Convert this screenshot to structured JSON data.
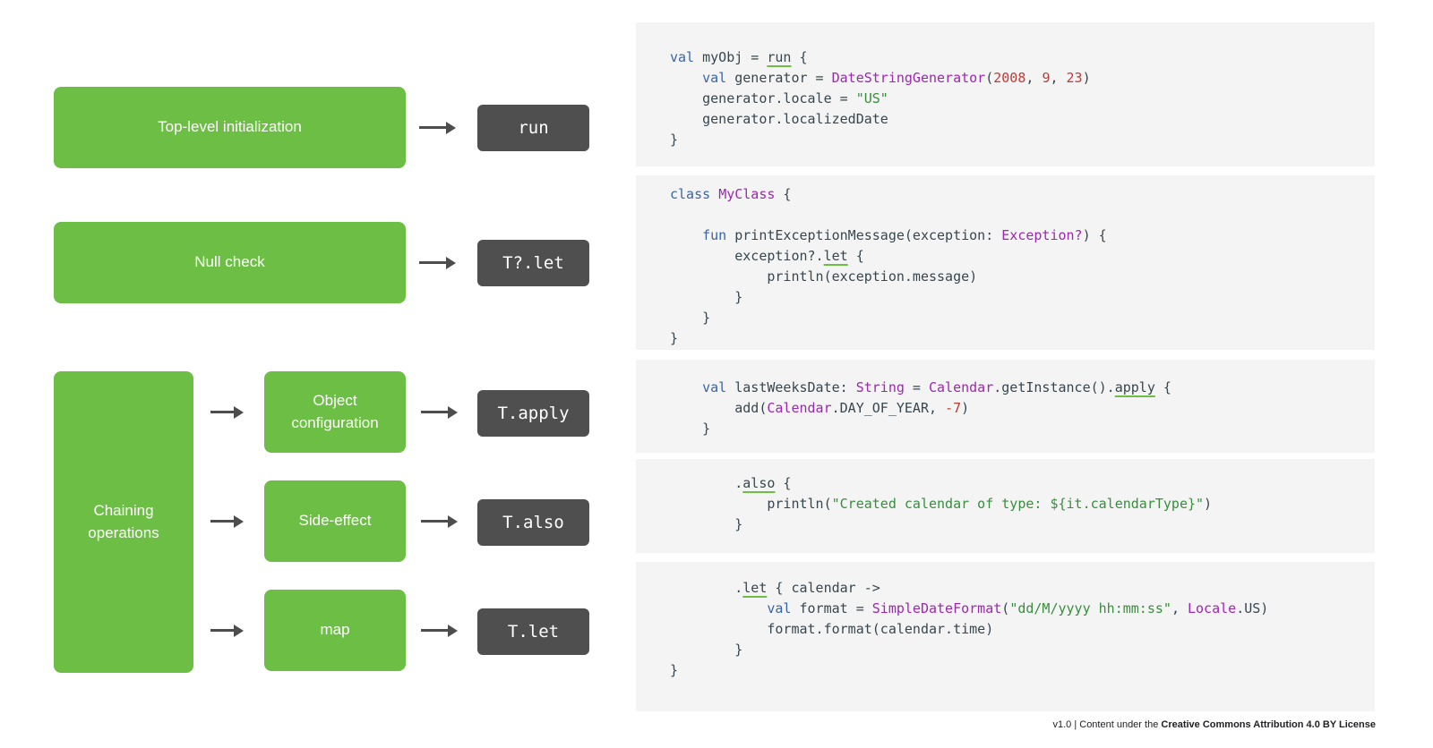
{
  "flowchart": {
    "rows": [
      {
        "label": "Top-level initialization",
        "code": "run"
      },
      {
        "label": "Null check",
        "code": "T?.let"
      }
    ],
    "chain_label": "Chaining operations",
    "branches": [
      {
        "label": "Object configuration",
        "code": "T.apply"
      },
      {
        "label": "Side-effect",
        "code": "T.also"
      },
      {
        "label": "map",
        "code": "T.let"
      }
    ]
  },
  "snippets": [
    {
      "lines": [
        [
          {
            "t": "val",
            "c": "kw"
          },
          {
            "t": " myObj = ",
            "c": "p"
          },
          {
            "t": "run",
            "c": "fn"
          },
          {
            "t": " {",
            "c": "p"
          }
        ],
        [
          {
            "t": "    ",
            "c": "p"
          },
          {
            "t": "val",
            "c": "kw"
          },
          {
            "t": " generator = ",
            "c": "p"
          },
          {
            "t": "DateStringGenerator",
            "c": "cls"
          },
          {
            "t": "(",
            "c": "p"
          },
          {
            "t": "2008",
            "c": "num"
          },
          {
            "t": ", ",
            "c": "p"
          },
          {
            "t": "9",
            "c": "num"
          },
          {
            "t": ", ",
            "c": "p"
          },
          {
            "t": "23",
            "c": "num"
          },
          {
            "t": ")",
            "c": "p"
          }
        ],
        [
          {
            "t": "    generator.locale = ",
            "c": "p"
          },
          {
            "t": "\"US\"",
            "c": "str"
          }
        ],
        [
          {
            "t": "    generator.localizedDate",
            "c": "p"
          }
        ],
        [
          {
            "t": "}",
            "c": "p"
          }
        ]
      ]
    },
    {
      "lines": [
        [
          {
            "t": "class",
            "c": "kw"
          },
          {
            "t": " ",
            "c": "p"
          },
          {
            "t": "MyClass",
            "c": "cls"
          },
          {
            "t": " {",
            "c": "p"
          }
        ],
        [],
        [
          {
            "t": "    ",
            "c": "p"
          },
          {
            "t": "fun",
            "c": "kw"
          },
          {
            "t": " printExceptionMessage(exception: ",
            "c": "p"
          },
          {
            "t": "Exception?",
            "c": "cls"
          },
          {
            "t": ") {",
            "c": "p"
          }
        ],
        [
          {
            "t": "        exception?.",
            "c": "p"
          },
          {
            "t": "let",
            "c": "fn"
          },
          {
            "t": " {",
            "c": "p"
          }
        ],
        [
          {
            "t": "            println(exception.message)",
            "c": "p"
          }
        ],
        [
          {
            "t": "        }",
            "c": "p"
          }
        ],
        [
          {
            "t": "    }",
            "c": "p"
          }
        ],
        [
          {
            "t": "}",
            "c": "p"
          }
        ]
      ]
    },
    {
      "lines": [
        [
          {
            "t": "    ",
            "c": "p"
          },
          {
            "t": "val",
            "c": "kw"
          },
          {
            "t": " lastWeeksDate: ",
            "c": "p"
          },
          {
            "t": "String",
            "c": "cls"
          },
          {
            "t": " = ",
            "c": "p"
          },
          {
            "t": "Calendar",
            "c": "cls"
          },
          {
            "t": ".getInstance().",
            "c": "p"
          },
          {
            "t": "apply",
            "c": "fn"
          },
          {
            "t": " {",
            "c": "p"
          }
        ],
        [
          {
            "t": "        add(",
            "c": "p"
          },
          {
            "t": "Calendar",
            "c": "cls"
          },
          {
            "t": ".DAY_OF_YEAR, ",
            "c": "p"
          },
          {
            "t": "-7",
            "c": "num"
          },
          {
            "t": ")",
            "c": "p"
          }
        ],
        [
          {
            "t": "    }",
            "c": "p"
          }
        ]
      ]
    },
    {
      "lines": [
        [
          {
            "t": "        .",
            "c": "p"
          },
          {
            "t": "also",
            "c": "fn"
          },
          {
            "t": " {",
            "c": "p"
          }
        ],
        [
          {
            "t": "            println(",
            "c": "p"
          },
          {
            "t": "\"Created calendar of type: ${it.calendarType}\"",
            "c": "str"
          },
          {
            "t": ")",
            "c": "p"
          }
        ],
        [
          {
            "t": "        }",
            "c": "p"
          }
        ]
      ]
    },
    {
      "lines": [
        [
          {
            "t": "        .",
            "c": "p"
          },
          {
            "t": "let",
            "c": "fn"
          },
          {
            "t": " { calendar ->",
            "c": "p"
          }
        ],
        [
          {
            "t": "            ",
            "c": "p"
          },
          {
            "t": "val",
            "c": "kw"
          },
          {
            "t": " format = ",
            "c": "p"
          },
          {
            "t": "SimpleDateFormat",
            "c": "cls"
          },
          {
            "t": "(",
            "c": "p"
          },
          {
            "t": "\"dd/M/yyyy hh:mm:ss\"",
            "c": "str"
          },
          {
            "t": ", ",
            "c": "p"
          },
          {
            "t": "Locale",
            "c": "cls"
          },
          {
            "t": ".US)",
            "c": "p"
          }
        ],
        [
          {
            "t": "            format.format(calendar.time)",
            "c": "p"
          }
        ],
        [
          {
            "t": "        }",
            "c": "p"
          }
        ],
        [
          {
            "t": "}",
            "c": "p"
          }
        ]
      ]
    }
  ],
  "footer": {
    "version_text": "v1.0 | Content under the ",
    "license_bold": "Creative Commons Attribution 4.0 BY License"
  },
  "colors": {
    "green": "#6DBE45",
    "darkbox": "#4F4F4F",
    "arrow": "#4D4D4D",
    "panel": "#F4F4F4",
    "kw": "#3A64A8",
    "cls": "#9C27B0",
    "num": "#BE3A34",
    "str": "#388E3C",
    "code-plain": "#37474F"
  }
}
